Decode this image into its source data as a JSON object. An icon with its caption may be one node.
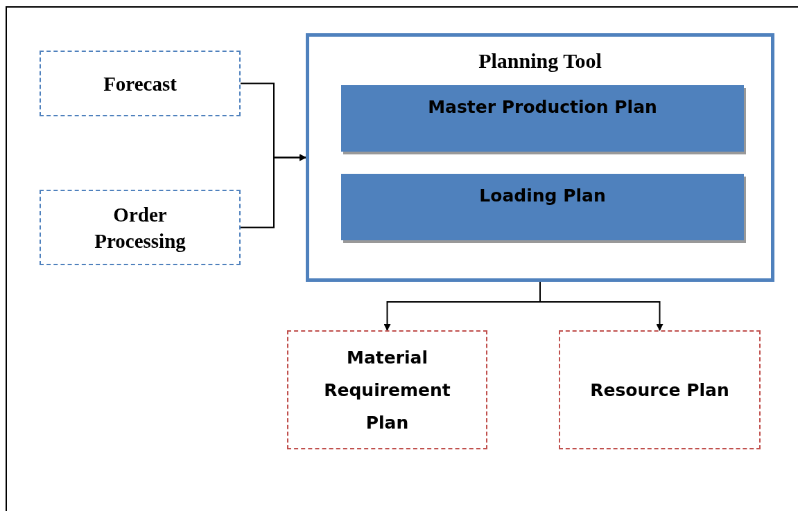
{
  "diagram": {
    "nodes": [
      {
        "text": [
          "Forecast"
        ]
      },
      {
        "text": [
          "Order Processing"
        ]
      },
      {
        "text": [
          "Planning Tool"
        ]
      },
      {
        "text": [
          "Master Production Plan"
        ],
        "in": 2
      },
      {
        "text": [
          "Loading Plan"
        ],
        "in": 2
      },
      {
        "text": [
          "Material Requirement Plan"
        ]
      },
      {
        "text": [
          "Resource Plan"
        ]
      }
    ],
    "edges": [
      {
        "from": 0,
        "to": 2,
        "arrow": "to"
      },
      {
        "from": 1,
        "to": 2,
        "arrow": "to"
      },
      {
        "from": 2,
        "to": 5,
        "arrow": "to"
      },
      {
        "from": 2,
        "to": 6,
        "arrow": "to"
      }
    ]
  }
}
